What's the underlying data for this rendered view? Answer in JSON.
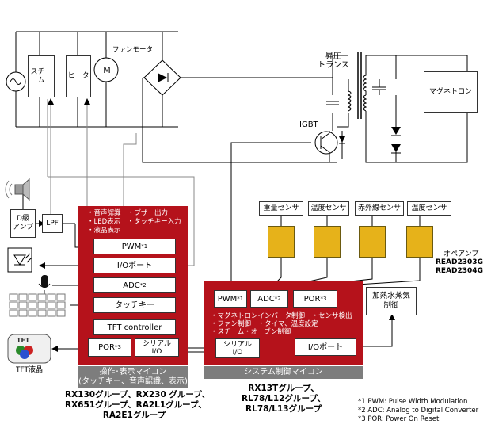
{
  "power_stage": {
    "steam_label": "スチーム",
    "heater_label": "ヒータ",
    "fan_motor_label": "ファンモータ",
    "motor_symbol": "M",
    "boost_transformer_label": "昇圧\nトランス",
    "igbt_label": "IGBT",
    "magnetron_label": "マグネトロン"
  },
  "left_peripherals": {
    "class_d_amp": "D級\nアンプ",
    "lpf": "LPF",
    "tft_lcd": "TFT液晶",
    "tft_icon_text": "TFT"
  },
  "ui_mcu": {
    "features": [
      "・音声認識　・ブザー出力",
      "・LED表示　・タッチキー入力",
      "・液晶表示"
    ],
    "pwm": "PWM",
    "pwm_note": "*1",
    "io_port": "I/Oポート",
    "adc": "ADC",
    "adc_note": "*2",
    "touch_key": "タッチキー",
    "tft_controller": "TFT controller",
    "por": "POR",
    "por_note": "*3",
    "serial_io": "シリアル\nI/O",
    "title": "操作･表示マイコン\n(タッチキー、音声認識、表示)",
    "models": "RX130グループ、RX230 グループ、\nRX651グループ、RA2L1グループ、\nRA2E1グループ"
  },
  "sys_mcu": {
    "pwm": "PWM",
    "pwm_note": "*1",
    "adc": "ADC",
    "adc_note": "*2",
    "por": "POR",
    "por_note": "*3",
    "features": [
      "・マグネトロンインバータ制御　・センサ検出",
      "・ファン制御　・タイマ、温度設定",
      "・スチーム・オーブン制御"
    ],
    "serial_io": "シリアル\nI/O",
    "io_port": "I/Oポート",
    "title": "システム制御マイコン",
    "models": "RX13Tグループ、\nRL78/L12グループ、\nRL78/L13グループ"
  },
  "sensors": {
    "weight": "重量センサ",
    "temp1": "温度センサ",
    "infrared": "赤外線センサ",
    "temp2": "温度センサ",
    "opamp_label": "オペアンプ",
    "opamp_models": "READ2303G\nREAD2304G"
  },
  "steam_heating": "加熱水蒸気\n制御",
  "footnotes": [
    "*1 PWM: Pulse Width Modulation",
    "*2 ADC: Analog to Digital Converter",
    "*3 POR: Power On Reset"
  ],
  "colors": {
    "mcu_red": "#b5121b",
    "sensor_yellow": "#e6b21a",
    "label_grey": "#7d7d7d"
  }
}
